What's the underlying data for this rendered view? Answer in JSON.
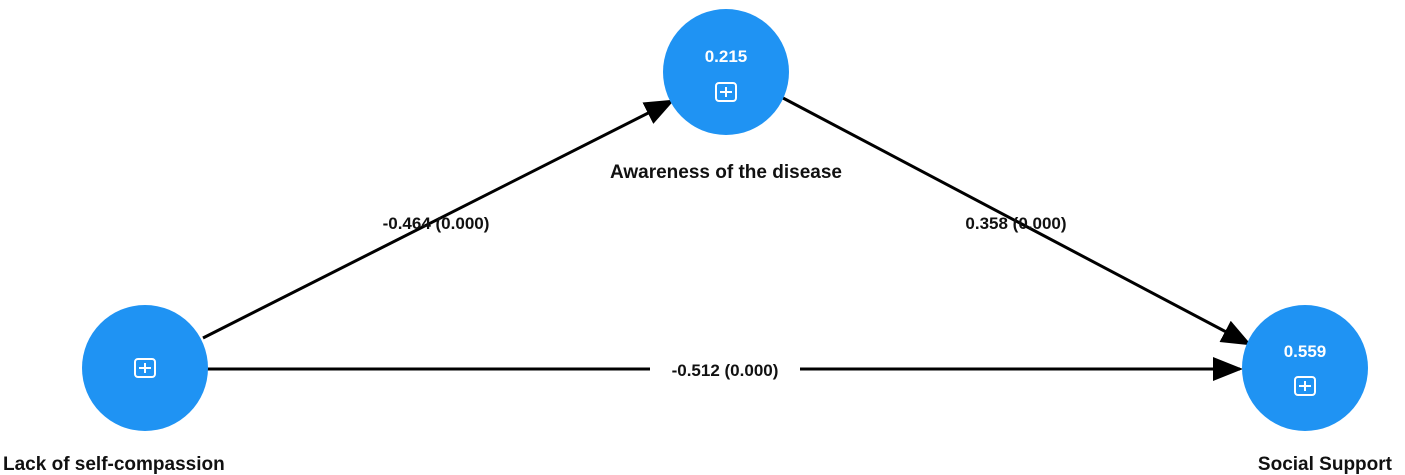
{
  "colors": {
    "node_fill": "#1f93f3",
    "node_text": "#ffffff",
    "edge": "#000000",
    "label_text": "#111111"
  },
  "nodes": {
    "lack_of_self_compassion": {
      "label": "Lack of self-compassion",
      "value": "",
      "icon": "expand-plus-icon"
    },
    "awareness_of_the_disease": {
      "label": "Awareness of the disease",
      "value": "0.215",
      "icon": "expand-plus-icon"
    },
    "social_support": {
      "label": "Social Support",
      "value": "0.559",
      "icon": "expand-plus-icon"
    }
  },
  "edges": {
    "lack_to_awareness": {
      "from": "Lack of self-compassion",
      "to": "Awareness of the disease",
      "label": "-0.464 (0.000)"
    },
    "awareness_to_support": {
      "from": "Awareness of the disease",
      "to": "Social Support",
      "label": "0.358 (0.000)"
    },
    "lack_to_support": {
      "from": "Lack of self-compassion",
      "to": "Social Support",
      "label": "-0.512 (0.000)"
    }
  }
}
